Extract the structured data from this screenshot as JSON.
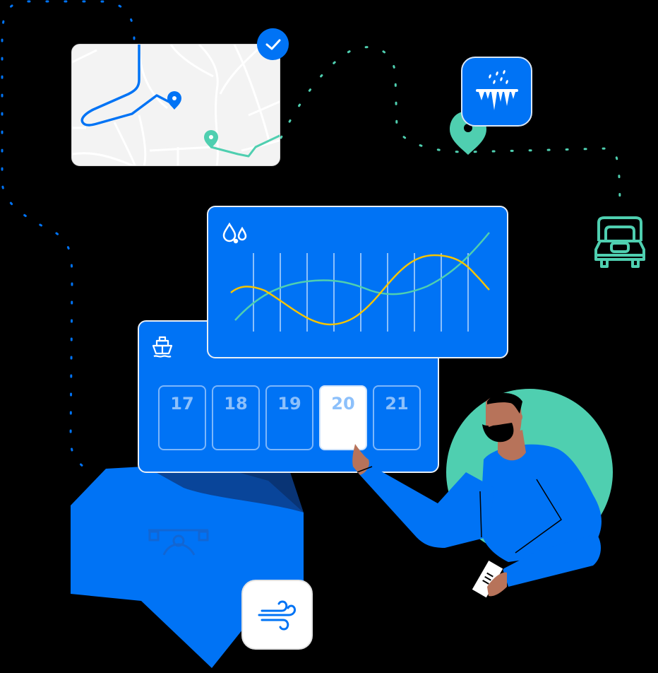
{
  "scene": {
    "description": "Illustration of weather-aware route planning: map with route, precipitation chart, date picker, person selecting a date",
    "colors": {
      "background": "#000000",
      "primary_blue": "#0073f5",
      "teal": "#4fcfb0",
      "yellow": "#f5c400",
      "map_bg": "#f3f3f3",
      "skin": "#b7735a",
      "day_text": "#8cc0fb"
    }
  },
  "map_card": {
    "icons": [
      "route-blue",
      "pin-blue",
      "pin-teal",
      "route-teal"
    ],
    "check_badge_icon": "check-icon"
  },
  "weather_tile": {
    "icon": "icicle-snow-icon"
  },
  "location_pin": {
    "icon": "map-pin-teal-icon"
  },
  "vehicle": {
    "icon": "truck-icon"
  },
  "chart_card": {
    "icon": "water-drops-icon"
  },
  "calendar_card": {
    "icon": "ship-icon",
    "days": [
      {
        "label": "17",
        "selected": false
      },
      {
        "label": "18",
        "selected": false
      },
      {
        "label": "19",
        "selected": false
      },
      {
        "label": "20",
        "selected": true
      },
      {
        "label": "21",
        "selected": false
      }
    ]
  },
  "region": {
    "icon": "drone-icon"
  },
  "wind_tile": {
    "icon": "wind-icon"
  },
  "chart_data": {
    "type": "line",
    "title": "",
    "xlabel": "",
    "ylabel": "",
    "x": [
      1,
      2,
      3,
      4,
      5,
      6,
      7,
      8,
      9,
      10
    ],
    "grid": "vertical",
    "series": [
      {
        "name": "yellow",
        "color": "#f5c400",
        "values": [
          0.45,
          0.5,
          0.3,
          0.1,
          0.05,
          0.2,
          0.55,
          0.8,
          0.75,
          0.45
        ]
      },
      {
        "name": "teal",
        "color": "#4fcfb0",
        "values": [
          0.1,
          0.35,
          0.5,
          0.55,
          0.5,
          0.4,
          0.4,
          0.5,
          0.7,
          1.0
        ]
      }
    ],
    "ylim": [
      0,
      1
    ]
  }
}
